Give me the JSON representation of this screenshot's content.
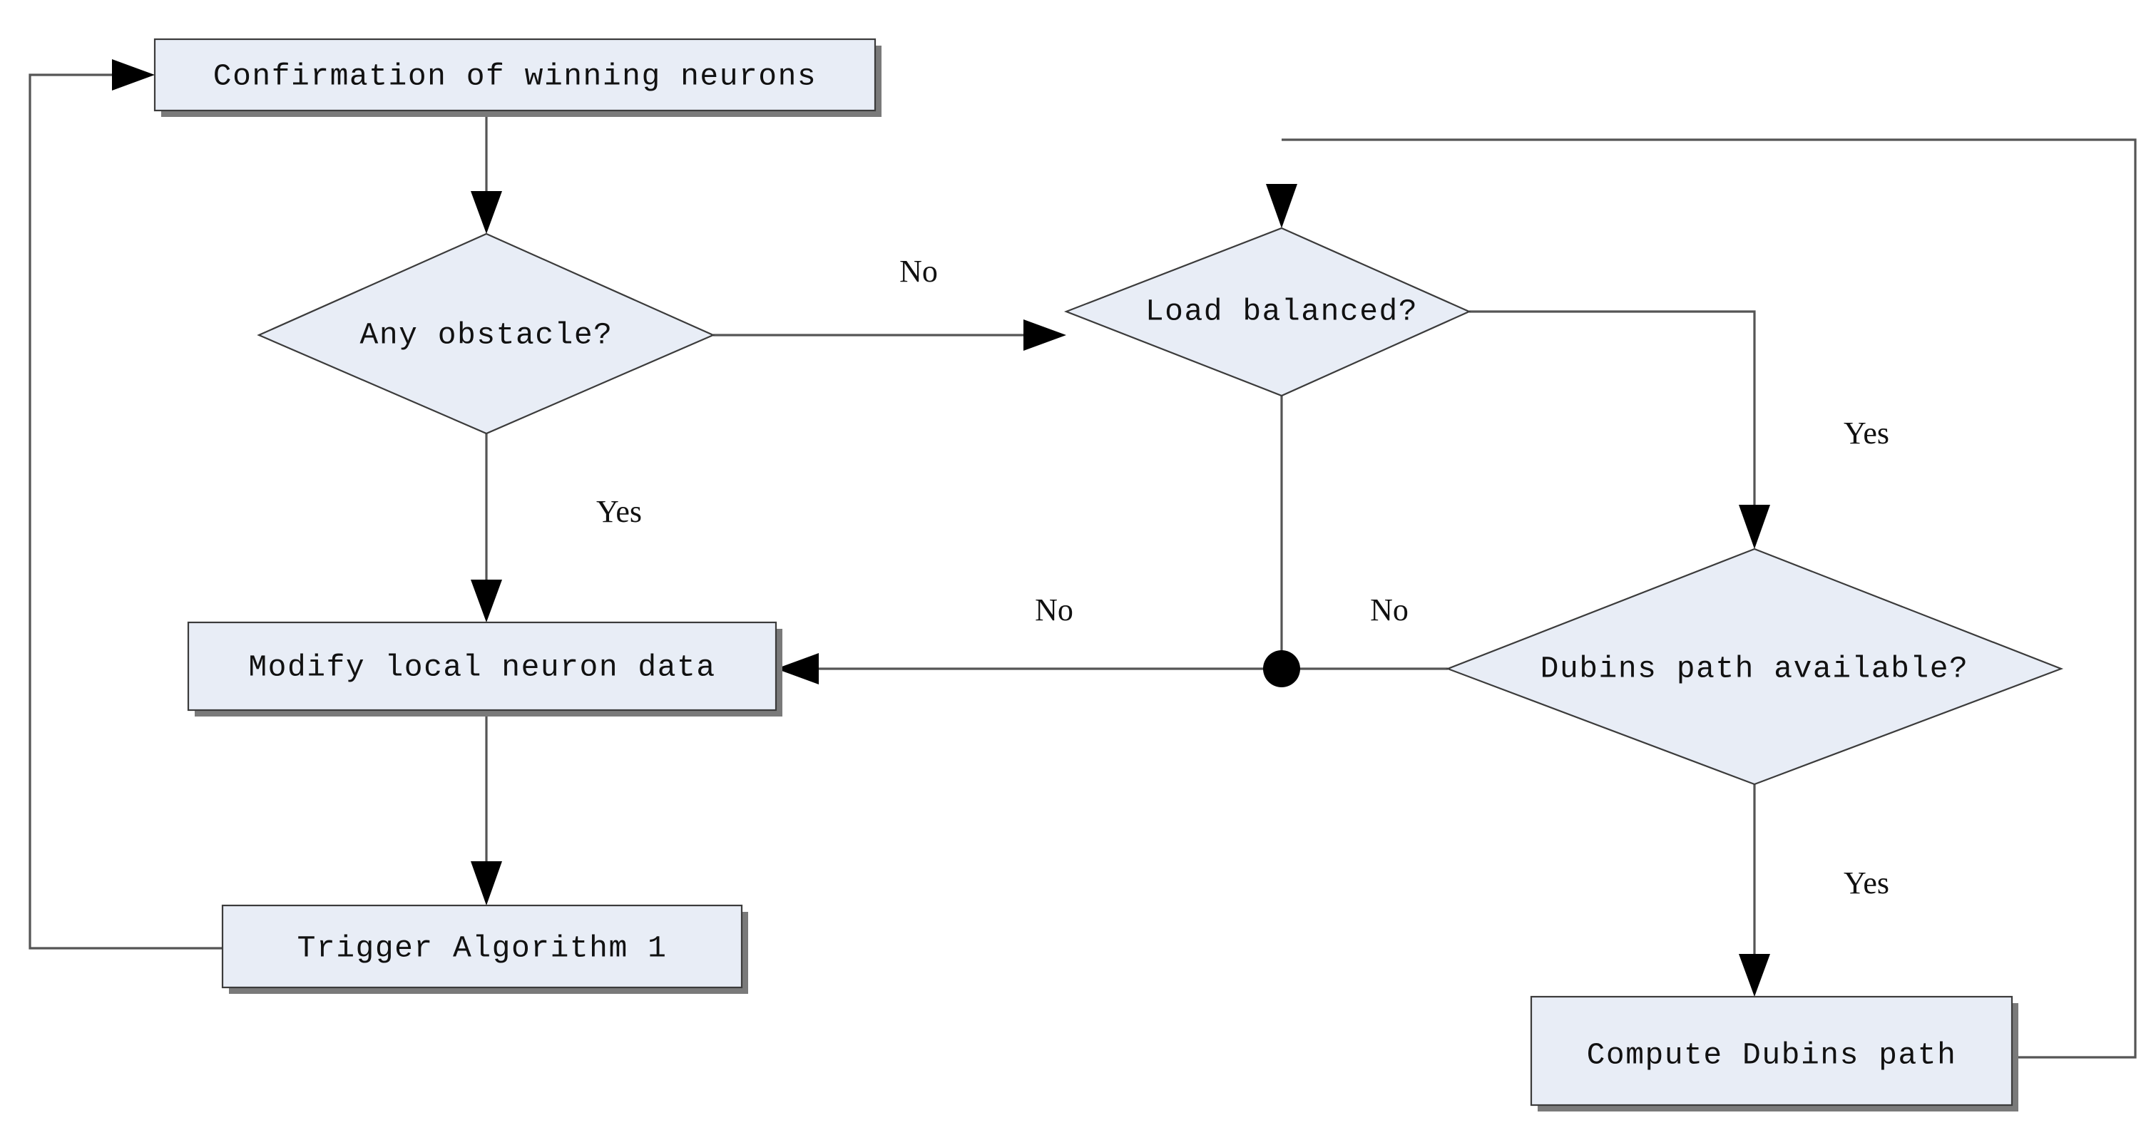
{
  "diagram": {
    "type": "flowchart",
    "title": "",
    "colors": {
      "node_fill": "#e8edf6",
      "node_stroke": "#3b3b3b",
      "node_shadow": "#7a7a7a",
      "edge_stroke": "#555555",
      "arrow_fill": "#000000",
      "text": "#111111",
      "background": "#ffffff"
    },
    "nodes": {
      "confirmation": {
        "label": "Confirmation of winning neurons",
        "shape": "process"
      },
      "any_obstacle": {
        "label": "Any obstacle?",
        "shape": "decision"
      },
      "load_balanced": {
        "label": "Load balanced?",
        "shape": "decision"
      },
      "dubins_available": {
        "label": "Dubins path available?",
        "shape": "decision"
      },
      "modify_neuron": {
        "label": "Modify local neuron data",
        "shape": "process"
      },
      "trigger_algorithm": {
        "label": "Trigger Algorithm 1",
        "shape": "process"
      },
      "compute_dubins": {
        "label": "Compute Dubins path",
        "shape": "process"
      }
    },
    "edge_labels": {
      "obstacle_no": "No",
      "obstacle_yes": "Yes",
      "load_yes": "Yes",
      "load_no": "No",
      "dubins_no": "No",
      "dubins_yes": "Yes"
    },
    "edges": [
      {
        "from": "confirmation",
        "to": "any_obstacle",
        "label": ""
      },
      {
        "from": "any_obstacle",
        "to": "load_balanced",
        "label": "No"
      },
      {
        "from": "any_obstacle",
        "to": "modify_neuron",
        "label": "Yes"
      },
      {
        "from": "load_balanced",
        "to": "dubins_available",
        "label": "Yes"
      },
      {
        "from": "load_balanced",
        "to": "modify_neuron",
        "label": "No"
      },
      {
        "from": "dubins_available",
        "to": "modify_neuron",
        "label": "No"
      },
      {
        "from": "dubins_available",
        "to": "compute_dubins",
        "label": "Yes"
      },
      {
        "from": "modify_neuron",
        "to": "trigger_algorithm",
        "label": ""
      },
      {
        "from": "trigger_algorithm",
        "to": "confirmation",
        "label": ""
      },
      {
        "from": "compute_dubins",
        "to": "load_balanced",
        "label": ""
      }
    ]
  }
}
